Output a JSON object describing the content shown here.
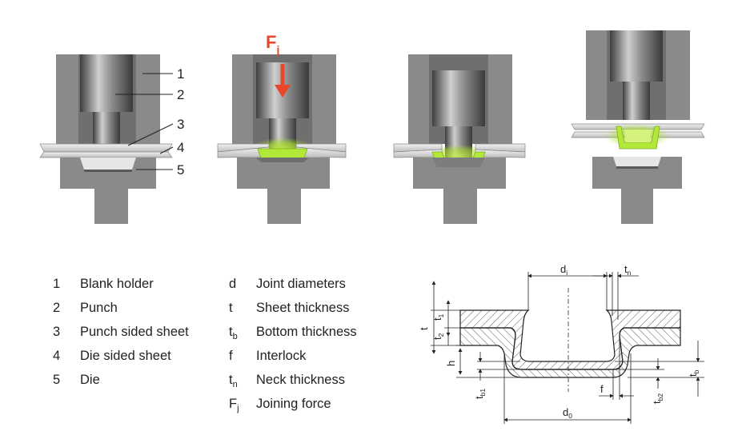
{
  "callouts": [
    "1",
    "2",
    "3",
    "4",
    "5"
  ],
  "force_label": {
    "main": "F",
    "sub": "j"
  },
  "legend_parts": [
    {
      "num": "1",
      "text": "Blank holder"
    },
    {
      "num": "2",
      "text": "Punch"
    },
    {
      "num": "3",
      "text": "Punch sided sheet"
    },
    {
      "num": "4",
      "text": "Die sided sheet"
    },
    {
      "num": "5",
      "text": "Die"
    }
  ],
  "legend_symbols": [
    {
      "sym": "d",
      "sub": "",
      "text": "Joint diameters"
    },
    {
      "sym": "t",
      "sub": "",
      "text": "Sheet thickness"
    },
    {
      "sym": "t",
      "sub": "b",
      "text": "Bottom thickness"
    },
    {
      "sym": "f",
      "sub": "",
      "text": "Interlock"
    },
    {
      "sym": "t",
      "sub": "n",
      "text": "Neck thickness"
    },
    {
      "sym": "F",
      "sub": "j",
      "text": "Joining force"
    }
  ],
  "dimension_labels": {
    "di": {
      "main": "d",
      "sub": "i"
    },
    "tn": {
      "main": "t",
      "sub": "n"
    },
    "t": {
      "main": "t",
      "sub": ""
    },
    "t1": {
      "main": "t",
      "sub": "1"
    },
    "t2": {
      "main": "t",
      "sub": "2"
    },
    "h": {
      "main": "h",
      "sub": ""
    },
    "tb": {
      "main": "t",
      "sub": "b"
    },
    "tb1": {
      "main": "t",
      "sub": "b1"
    },
    "tb2": {
      "main": "t",
      "sub": "b2"
    },
    "f": {
      "main": "f",
      "sub": ""
    },
    "d0": {
      "main": "d",
      "sub": "0"
    }
  },
  "colors": {
    "tool_gray": "#8a8a8a",
    "tool_dark": "#6f6f6f",
    "sheet_gray": "#cfcfcf",
    "joint_green": "#a8e02a",
    "force_red": "#e8472a"
  }
}
